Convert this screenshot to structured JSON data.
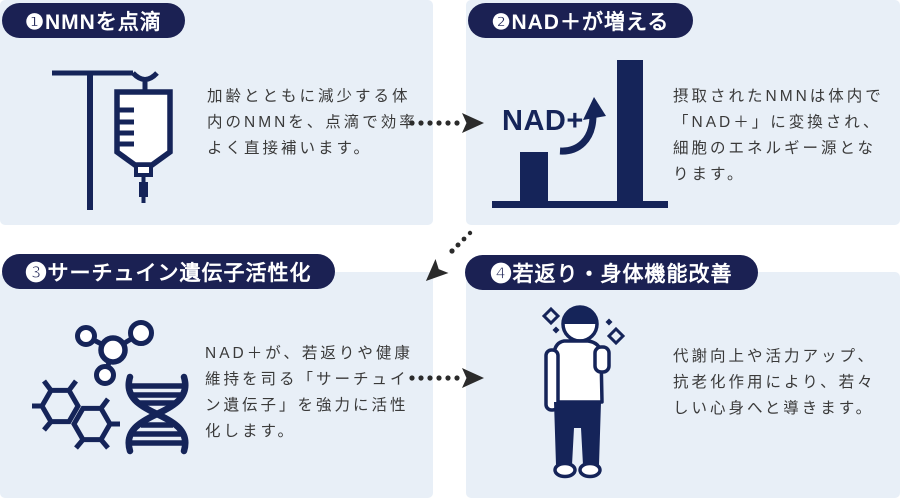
{
  "colors": {
    "pill_navy": "#1b2153",
    "icon_navy": "#152459",
    "panel_bg": "#e8eff7",
    "body_text": "#3a3a3a",
    "arrow": "#2b2b2b",
    "pill_text": "#ffffff"
  },
  "panels": [
    {
      "title": "❶NMNを点滴",
      "body": "加齢とともに減少する体\n内のNMNを、点滴で効率\nよく直接補います。",
      "icon": "iv-drip-icon"
    },
    {
      "title": "❷NAD＋が増える",
      "body": "摂取されたNMNは体内で\n「NAD＋」に変換され、\n細胞のエネルギー源とな\nります。",
      "icon": "nad-bar-chart-icon",
      "icon_label": "NAD+"
    },
    {
      "title": "❸サーチュイン遺伝子活性化",
      "body": "NAD＋が、若返りや健康\n維持を司る「サーチュイ\nン遺伝子」を強力に活性\n化します。",
      "icon": "sirtuin-gene-icon"
    },
    {
      "title": "❹若返り・身体機能改善",
      "body": "代謝向上や活力アップ、\n抗老化作用により、若々\nしい心身へと導きます。",
      "icon": "rejuvenated-person-icon"
    }
  ],
  "arrows": [
    {
      "name": "arrow-step1-to-step2",
      "direction": "right"
    },
    {
      "name": "arrow-step2-to-step3",
      "direction": "down-left"
    },
    {
      "name": "arrow-step3-to-step4",
      "direction": "right"
    }
  ]
}
